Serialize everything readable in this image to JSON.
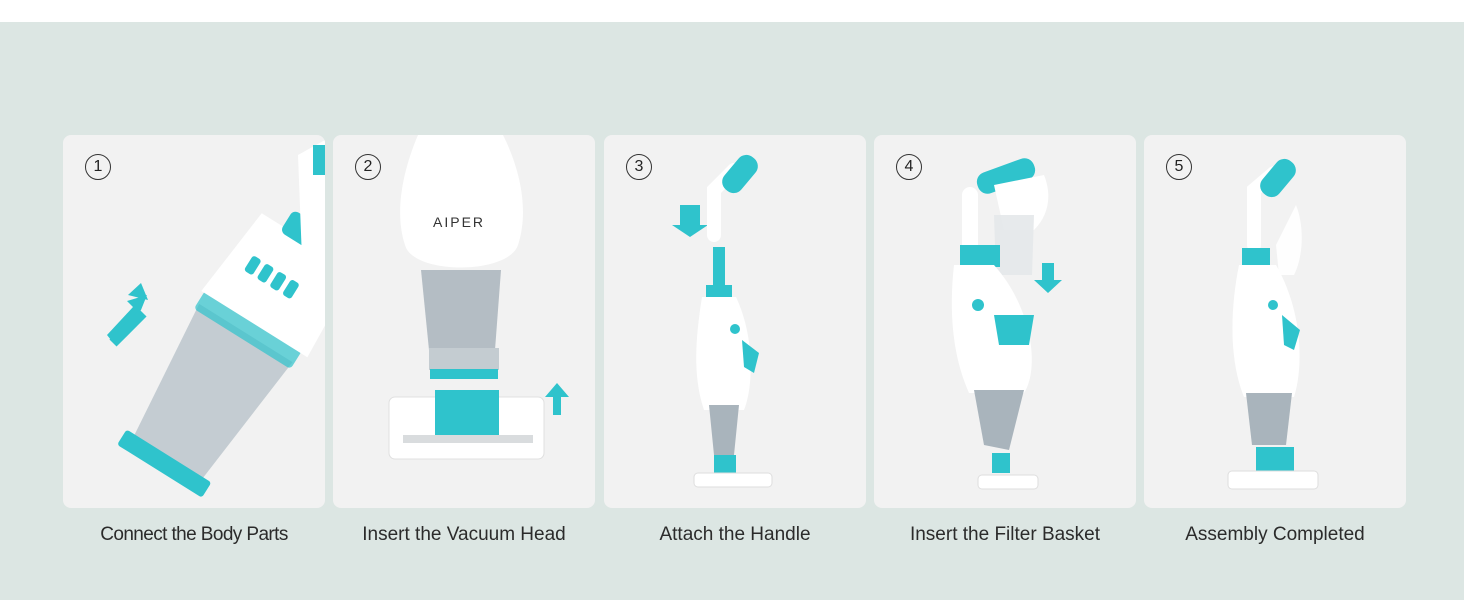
{
  "brand_text": "AIPER",
  "steps": [
    {
      "number": "1",
      "caption": "Connect the Body Parts"
    },
    {
      "number": "2",
      "caption": "Insert the Vacuum Head"
    },
    {
      "number": "3",
      "caption": "Attach the Handle"
    },
    {
      "number": "4",
      "caption": "Insert the Filter Basket"
    },
    {
      "number": "5",
      "caption": "Assembly Completed"
    }
  ],
  "colors": {
    "accent": "#2fc3cc",
    "background": "#dce6e3",
    "card": "#f2f2f2",
    "body": "#ffffff",
    "clear": "#a9b4bc"
  }
}
